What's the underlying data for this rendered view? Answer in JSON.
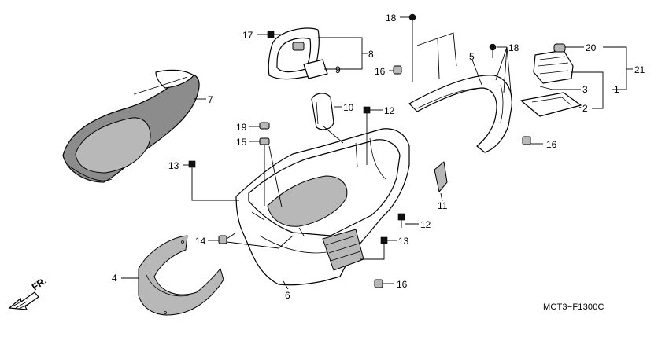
{
  "diagram": {
    "code": "MCT3−F1300C",
    "direction_label": "FR.",
    "callouts": [
      {
        "id": "c1",
        "label": "1"
      },
      {
        "id": "c2",
        "label": "2"
      },
      {
        "id": "c3",
        "label": "3"
      },
      {
        "id": "c4",
        "label": "4"
      },
      {
        "id": "c5",
        "label": "5"
      },
      {
        "id": "c6",
        "label": "6"
      },
      {
        "id": "c7",
        "label": "7"
      },
      {
        "id": "c8",
        "label": "8"
      },
      {
        "id": "c9",
        "label": "9"
      },
      {
        "id": "c10",
        "label": "10"
      },
      {
        "id": "c11",
        "label": "11"
      },
      {
        "id": "c12a",
        "label": "12"
      },
      {
        "id": "c12b",
        "label": "12"
      },
      {
        "id": "c13a",
        "label": "13"
      },
      {
        "id": "c13b",
        "label": "13"
      },
      {
        "id": "c14",
        "label": "14"
      },
      {
        "id": "c15",
        "label": "15"
      },
      {
        "id": "c16a",
        "label": "16"
      },
      {
        "id": "c16b",
        "label": "16"
      },
      {
        "id": "c16c",
        "label": "16"
      },
      {
        "id": "c17",
        "label": "17"
      },
      {
        "id": "c18a",
        "label": "18"
      },
      {
        "id": "c18b",
        "label": "18"
      },
      {
        "id": "c19",
        "label": "19"
      },
      {
        "id": "c20",
        "label": "20"
      },
      {
        "id": "c21",
        "label": "21"
      }
    ]
  }
}
